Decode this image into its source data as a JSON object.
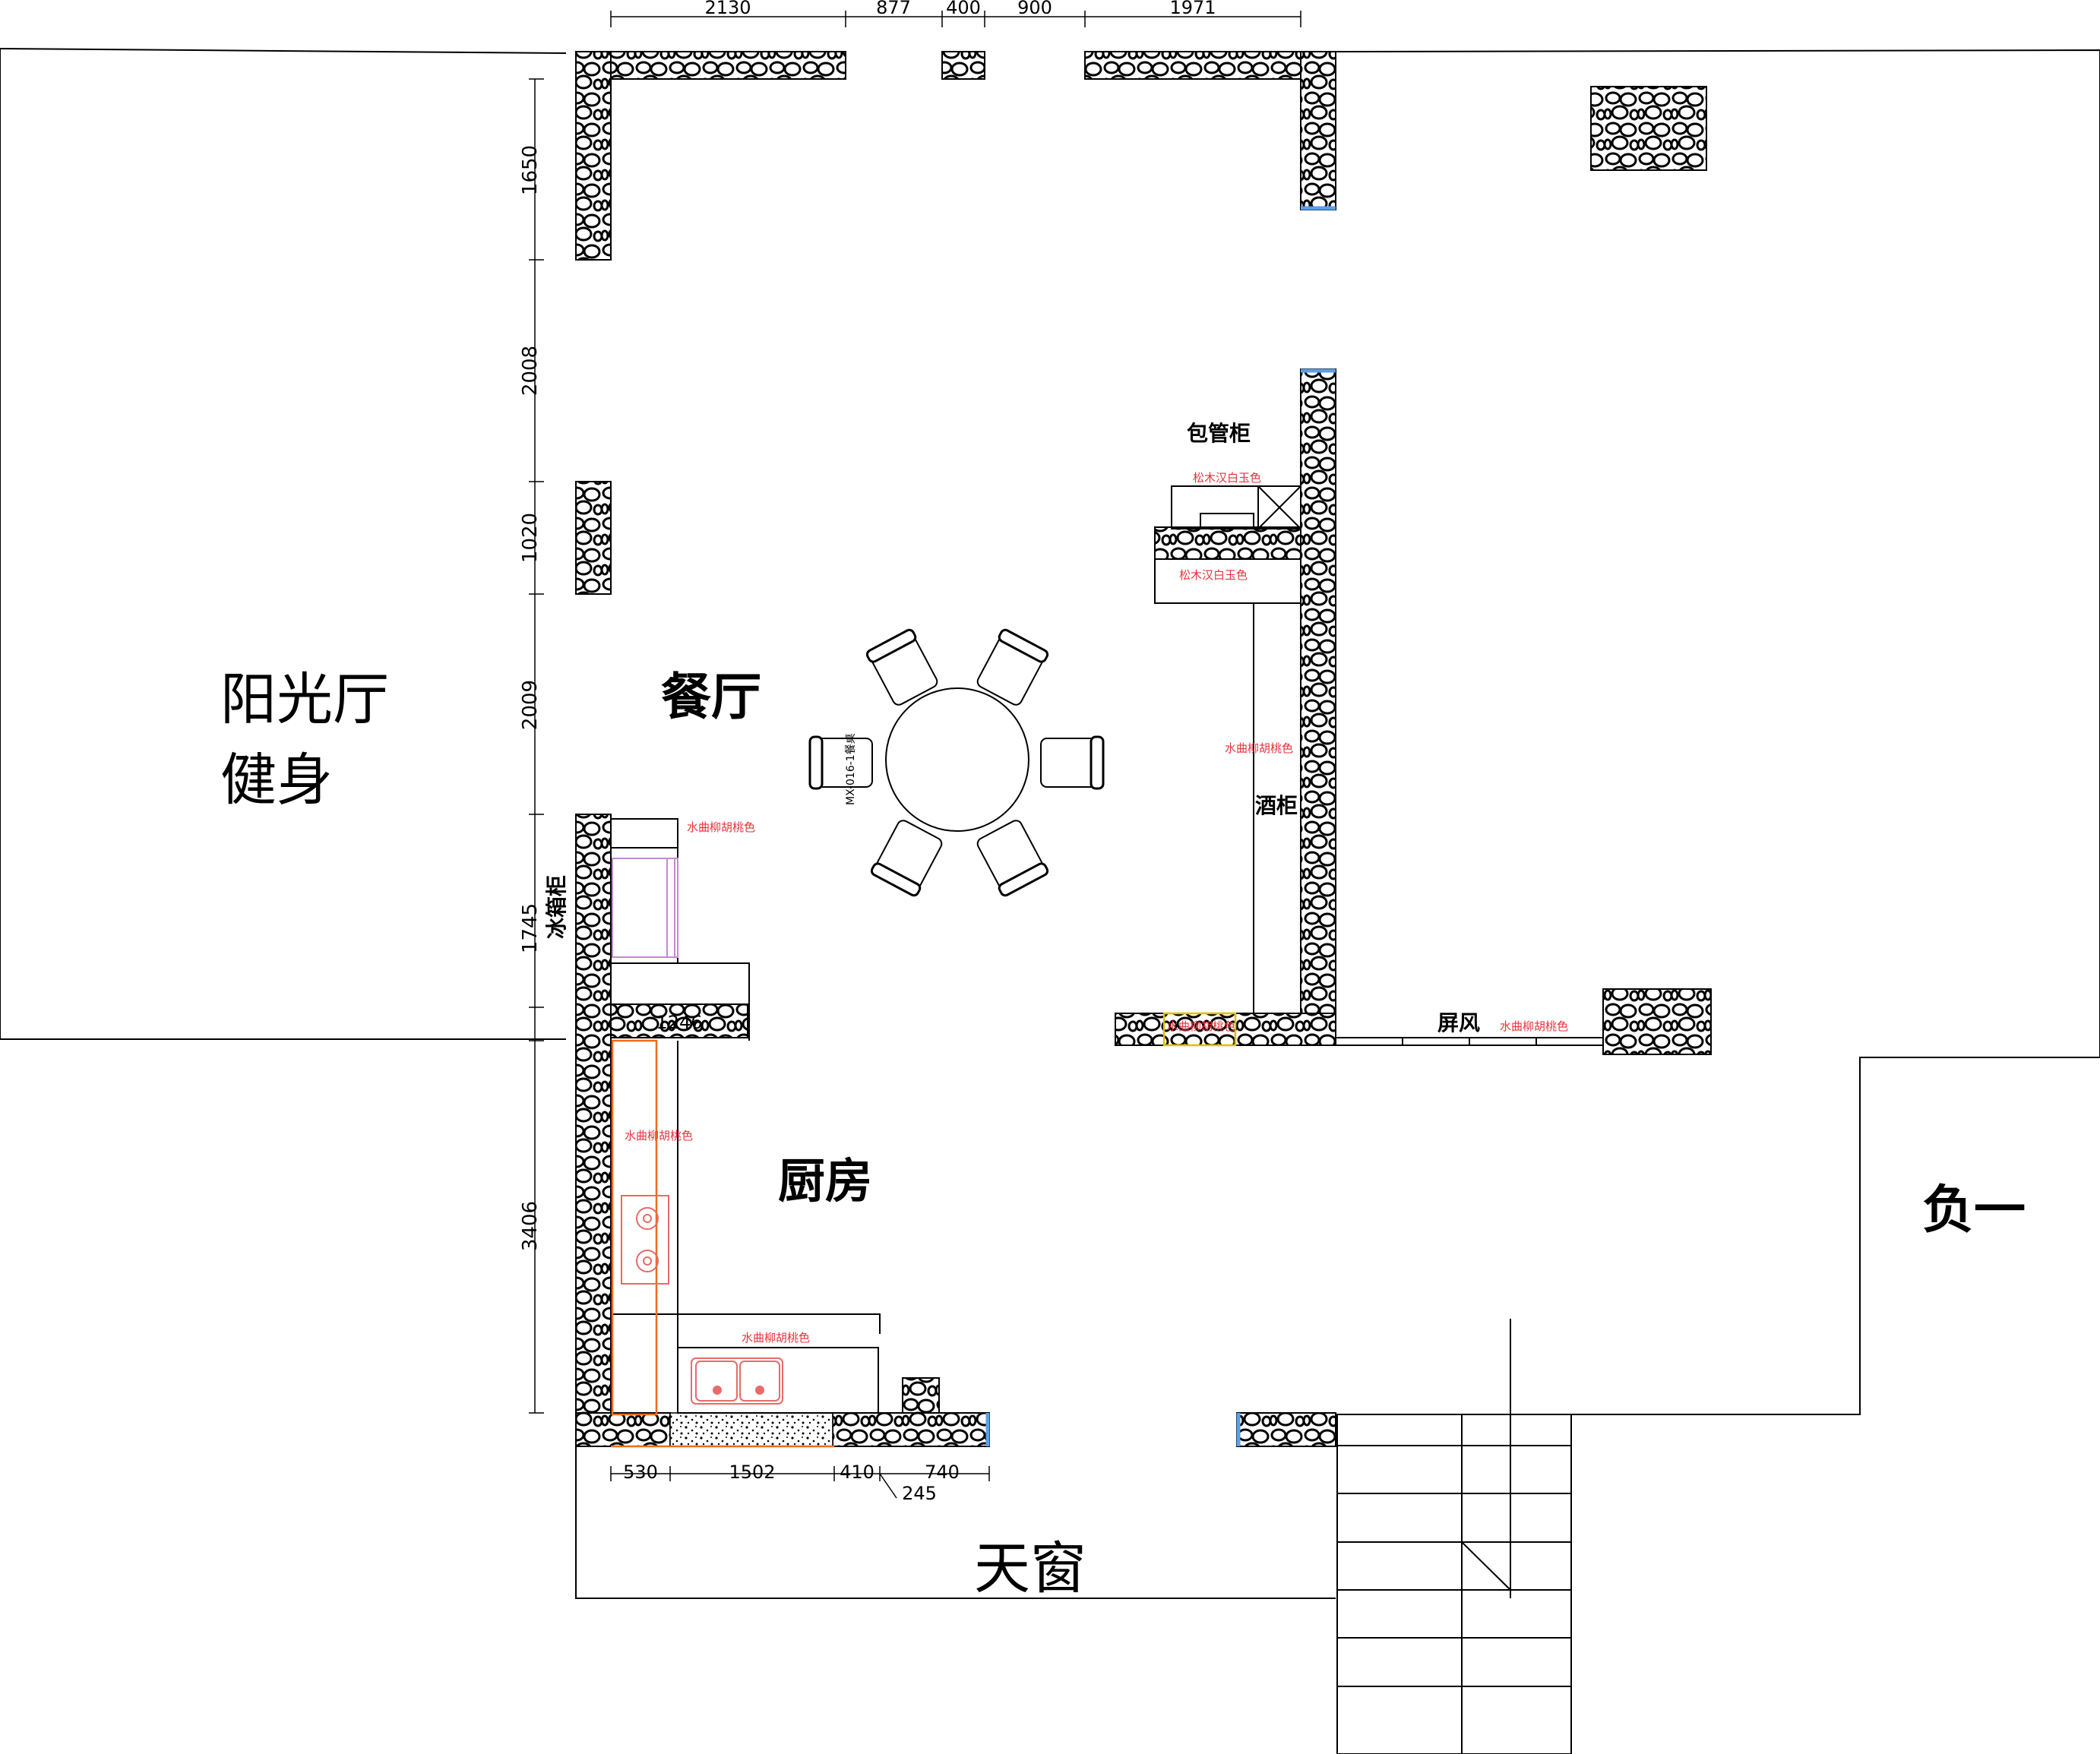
{
  "rooms": {
    "sunroom_line1": "阳光厅",
    "sunroom_line2": "健身",
    "dining": "餐厅",
    "kitchen": "厨房",
    "basement": "负一",
    "skylight": "天窗"
  },
  "cabinets": {
    "pipe_cabinet": "包管柜",
    "wine_cabinet": "酒柜",
    "fridge_cabinet": "冰箱柜",
    "screen": "屏风"
  },
  "materials": {
    "top_note_1": "松木汉白玉色",
    "top_note_2": "松木汉白玉色",
    "wine_color": "水曲柳胡桃色",
    "fridge_color": "水曲柳胡桃色",
    "kitchen_left_color": "水曲柳胡桃色",
    "kitchen_bottom_color": "水曲柳胡桃色",
    "shelf_color": "水曲柳胡桃色",
    "screen_color": "水曲柳胡桃色"
  },
  "table_model": "MX-016-1餐桌",
  "dimensions": {
    "top": [
      "2130",
      "877",
      "400",
      "900",
      "1971"
    ],
    "left": [
      "1650",
      "2008",
      "1020",
      "2009",
      "1745",
      "3406"
    ],
    "bottom": [
      "530",
      "1502",
      "410",
      "740"
    ],
    "bottom_extra": "245",
    "counter": "1246"
  },
  "colors": {
    "line": "#000000",
    "material_note": "#e8323c",
    "fridge": "#c48ad0",
    "kitchen_counter": "#f06a1c",
    "stove_sink": "#e86a6a",
    "wall_end": "#5aa0e8",
    "screen_highlight": "#e0c000"
  }
}
